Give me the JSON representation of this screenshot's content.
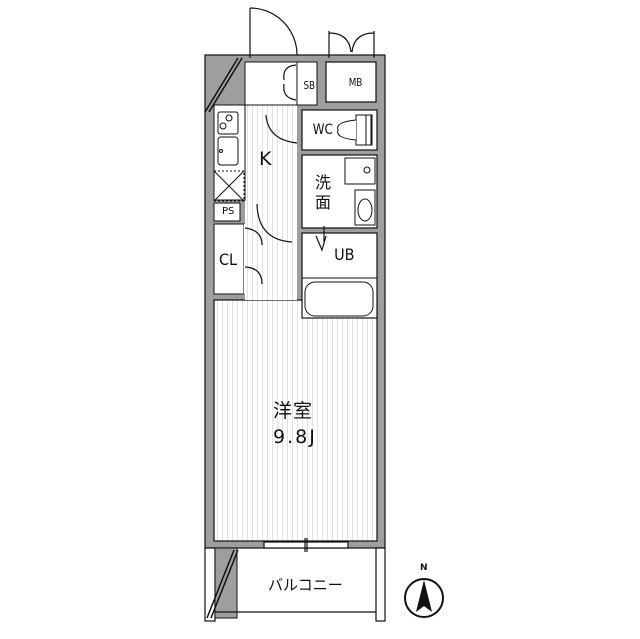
{
  "floor_plan": {
    "rooms": {
      "kitchen": "K",
      "toilet": "WC",
      "shoe_box": "SB",
      "meter_box": "MB",
      "washroom_line1": "洗",
      "washroom_line2": "面",
      "pipe_space": "PS",
      "closet": "CL",
      "unit_bath": "UB",
      "western_room": "洋室",
      "western_room_size": "9.8J",
      "balcony": "バルコニー"
    },
    "compass": {
      "north_label": "N"
    },
    "colors": {
      "wall": "#9e9e9e",
      "line": "#111111",
      "floor_stripe": "#e6e6e6",
      "background": "#ffffff"
    }
  }
}
